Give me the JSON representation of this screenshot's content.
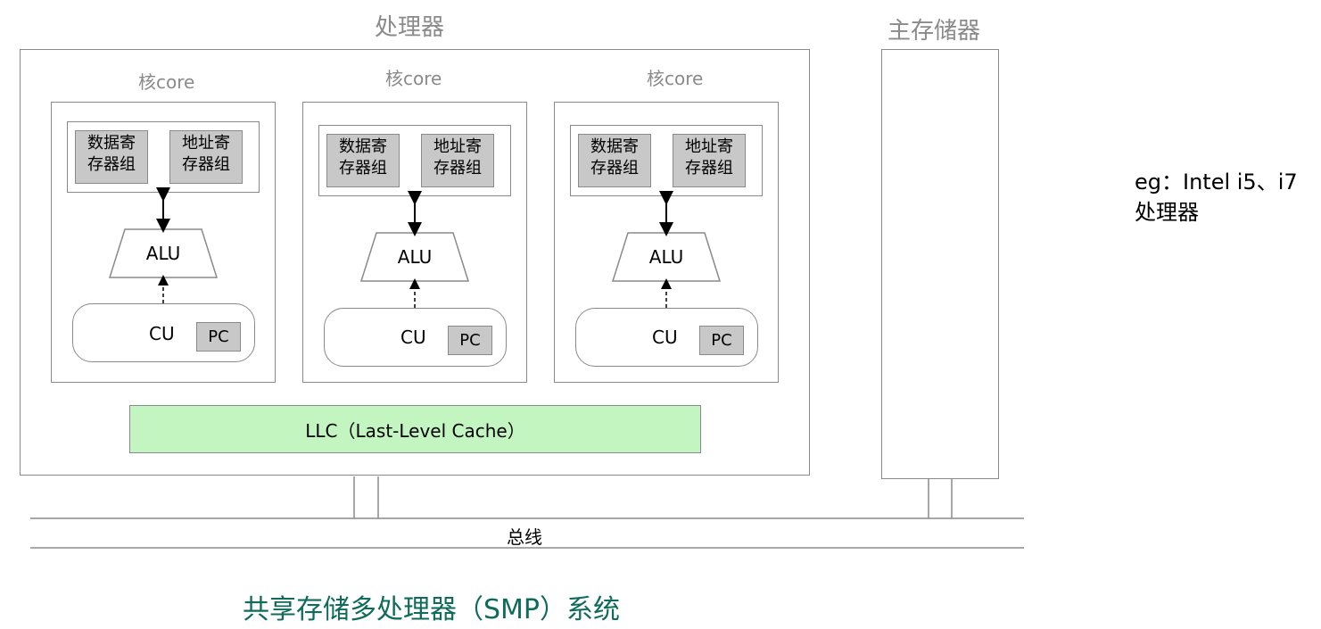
{
  "processor": {
    "title": "处理器"
  },
  "memory": {
    "title": "主存储器"
  },
  "cores": [
    {
      "title": "核core",
      "data_reg": "数据寄存器组",
      "data_reg_l1": "数据寄",
      "data_reg_l2": "存器组",
      "addr_reg_l1": "地址寄",
      "addr_reg_l2": "存器组",
      "alu": "ALU",
      "cu": "CU",
      "pc": "PC"
    },
    {
      "title": "核core",
      "data_reg_l1": "数据寄",
      "data_reg_l2": "存器组",
      "addr_reg_l1": "地址寄",
      "addr_reg_l2": "存器组",
      "alu": "ALU",
      "cu": "CU",
      "pc": "PC"
    },
    {
      "title": "核core",
      "data_reg_l1": "数据寄",
      "data_reg_l2": "存器组",
      "addr_reg_l1": "地址寄",
      "addr_reg_l2": "存器组",
      "alu": "ALU",
      "cu": "CU",
      "pc": "PC"
    }
  ],
  "llc": {
    "label": "LLC（Last-Level Cache）"
  },
  "bus": {
    "label": "总线"
  },
  "caption": {
    "text": "共享存储多处理器（SMP）系统"
  },
  "note": {
    "line1": "eg：Intel i5、i7",
    "line2": "处理器"
  },
  "colors": {
    "llc_fill": "#c2f5c0",
    "caption": "#0f6b5a",
    "register_fill": "#c8c8c8",
    "border": "#8a8a8a"
  }
}
